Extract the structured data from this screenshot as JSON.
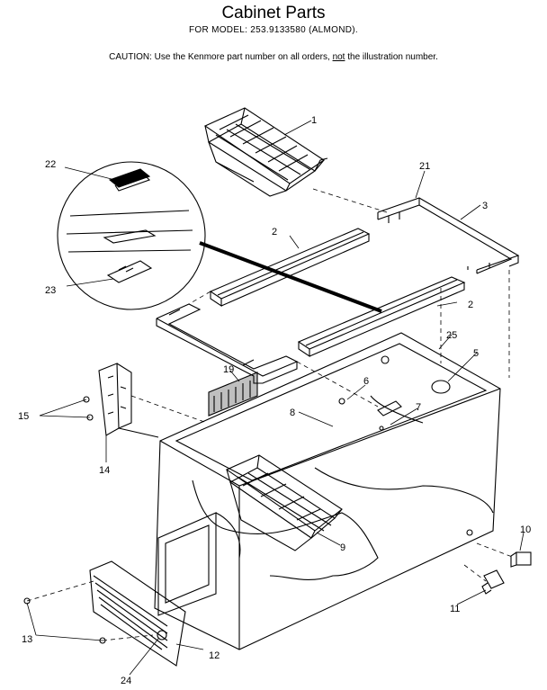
{
  "header": {
    "title": "Cabinet Parts",
    "subtitle": "FOR MODEL:  253.9133580  (ALMOND).",
    "caution_prefix": "CAUTION:  Use the Kenmore part number on all orders, ",
    "caution_not": "not",
    "caution_suffix": " the illustration number."
  },
  "callouts": [
    "1",
    "2",
    "2",
    "3",
    "5",
    "6",
    "7",
    "8",
    "9",
    "10",
    "11",
    "12",
    "13",
    "14",
    "15",
    "19",
    "21",
    "22",
    "23",
    "24",
    "25"
  ]
}
